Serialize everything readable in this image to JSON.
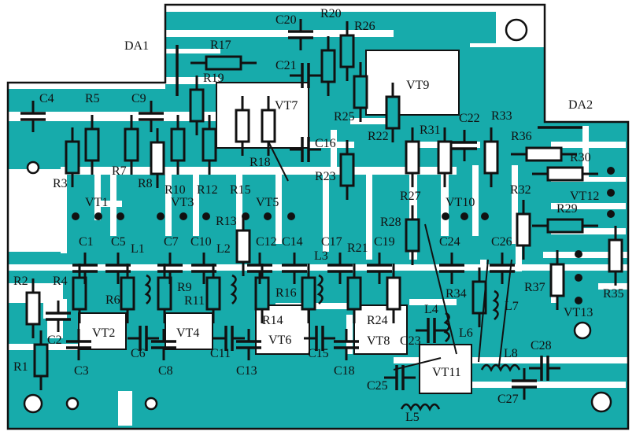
{
  "diagram": {
    "title": "PCB component layout",
    "colors": {
      "copper": "#17abab",
      "ink": "#111111",
      "background": "#ffffff"
    },
    "ic_labels": [
      "DA1",
      "DA2"
    ],
    "transistors": [
      "VT1",
      "VT2",
      "VT3",
      "VT4",
      "VT5",
      "VT6",
      "VT7",
      "VT8",
      "VT9",
      "VT10",
      "VT11",
      "VT12",
      "VT13"
    ],
    "resistors": [
      "R1",
      "R2",
      "R3",
      "R4",
      "R5",
      "R6",
      "R7",
      "R8",
      "R9",
      "R10",
      "R11",
      "R12",
      "R13",
      "R14",
      "R15",
      "R16",
      "R17",
      "R18",
      "R19",
      "R20",
      "R21",
      "R22",
      "R23",
      "R24",
      "R25",
      "R26",
      "R27",
      "R28",
      "R29",
      "R30",
      "R31",
      "R32",
      "R33",
      "R34",
      "R35",
      "R36",
      "R37"
    ],
    "capacitors": [
      "C1",
      "C2",
      "C3",
      "C4",
      "C5",
      "C6",
      "C7",
      "C8",
      "C9",
      "C10",
      "C11",
      "C12",
      "C13",
      "C14",
      "C15",
      "C16",
      "C17",
      "C18",
      "C19",
      "C20",
      "C21",
      "C22",
      "C23",
      "C24",
      "C25",
      "C26",
      "C27",
      "C28"
    ],
    "inductors": [
      "L1",
      "L2",
      "L3",
      "L4",
      "L5",
      "L6",
      "L7",
      "L8"
    ],
    "labels": {
      "DA1": "DA1",
      "DA2": "DA2",
      "VT1": "VT1",
      "VT2": "VT2",
      "VT3": "VT3",
      "VT4": "VT4",
      "VT5": "VT5",
      "VT6": "VT6",
      "VT7": "VT7",
      "VT8": "VT8",
      "VT9": "VT9",
      "VT10": "VT10",
      "VT11": "VT11",
      "VT12": "VT12",
      "VT13": "VT13",
      "R1": "R1",
      "R2": "R2",
      "R3": "R3",
      "R4": "R4",
      "R5": "R5",
      "R6": "R6",
      "R7": "R7",
      "R8": "R8",
      "R9": "R9",
      "R10": "R10",
      "R11": "R11",
      "R12": "R12",
      "R13": "R13",
      "R14": "R14",
      "R15": "R15",
      "R16": "R16",
      "R17": "R17",
      "R18": "R18",
      "R19": "R19",
      "R20": "R20",
      "R21": "R21",
      "R22": "R22",
      "R23": "R23",
      "R24": "R24",
      "R25": "R25",
      "R26": "R26",
      "R27": "R27",
      "R28": "R28",
      "R29": "R29",
      "R30": "R30",
      "R31": "R31",
      "R32": "R32",
      "R33": "R33",
      "R34": "R34",
      "R35": "R35",
      "R36": "R36",
      "R37": "R37",
      "C1": "C1",
      "C2": "C2",
      "C3": "C3",
      "C4": "C4",
      "C5": "C5",
      "C6": "C6",
      "C7": "C7",
      "C8": "C8",
      "C9": "C9",
      "C10": "C10",
      "C11": "C11",
      "C12": "C12",
      "C13": "C13",
      "C14": "C14",
      "C15": "C15",
      "C16": "C16",
      "C17": "C17",
      "C18": "C18",
      "C19": "C19",
      "C20": "C20",
      "C21": "C21",
      "C22": "C22",
      "C23": "C23",
      "C24": "C24",
      "C25": "C25",
      "C26": "C26",
      "C27": "C27",
      "C28": "C28",
      "L1": "L1",
      "L2": "L2",
      "L3": "L3",
      "L4": "L4",
      "L5": "L5",
      "L6": "L6",
      "L7": "L7",
      "L8": "L8"
    }
  }
}
